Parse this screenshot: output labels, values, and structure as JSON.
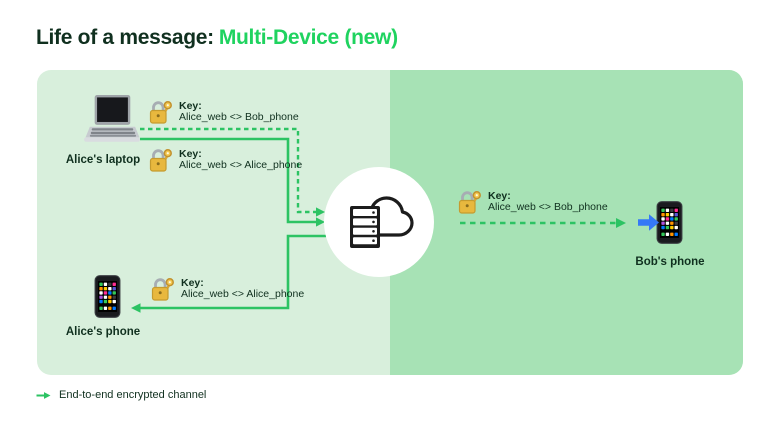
{
  "title": {
    "prefix": "Life of a message:",
    "highlight": "Multi-Device (new)"
  },
  "diagram": {
    "alice_laptop_label": "Alice's laptop",
    "alice_phone_label": "Alice's phone",
    "bob_phone_label": "Bob's phone",
    "key_blocks": [
      {
        "title": "Key:",
        "pair": "Alice_web <> Bob_phone"
      },
      {
        "title": "Key:",
        "pair": "Alice_web <> Alice_phone"
      },
      {
        "title": "Key:",
        "pair": "Alice_web <> Alice_phone"
      },
      {
        "title": "Key:",
        "pair": "Alice_web <> Bob_phone"
      }
    ],
    "icons": [
      "laptop-icon",
      "smartphone-icon",
      "smartphone-icon",
      "lock-with-key-icon",
      "server-cloud-icon",
      "blue-right-arrow-icon"
    ]
  },
  "legend": {
    "label": "End-to-end encrypted channel"
  },
  "colors": {
    "accent_green": "#1fd35f",
    "line_green": "#2cc363",
    "panel_left": "#d8efdc",
    "panel_right": "#a7e2b5",
    "text_dark": "#10301f",
    "arrow_blue": "#3579f6"
  },
  "phone_app_palette": [
    "#34c759",
    "#ffffff",
    "#3b3b3f",
    "#ff2d92",
    "#ff9500",
    "#ffcc00",
    "#ffffff",
    "#5856d6",
    "#ffffff",
    "#ff2d92",
    "#007aff",
    "#34c759",
    "#af52de",
    "#ffffff",
    "#ff9500",
    "#3b3b3f",
    "#007aff",
    "#34c759",
    "#ffcc00",
    "#ffffff",
    "#34c759",
    "#ffffff",
    "#ff9500",
    "#007aff"
  ]
}
